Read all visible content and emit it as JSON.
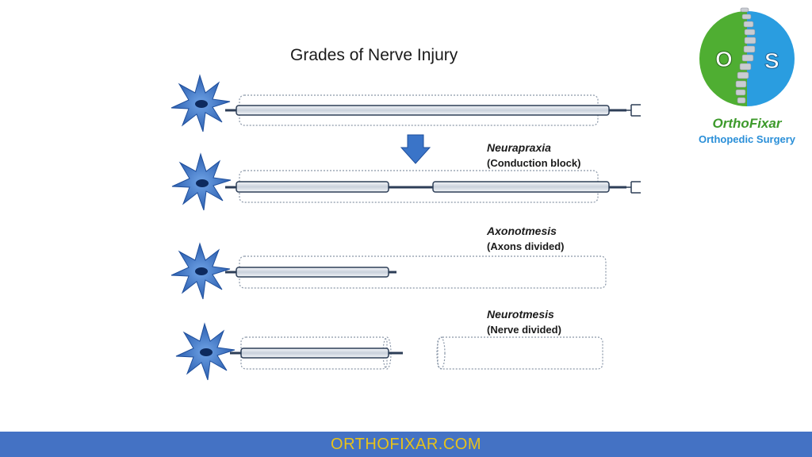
{
  "title": "Grades of Nerve Injury",
  "grades": [
    {
      "name": "",
      "description": ""
    },
    {
      "name": "Neurapraxia",
      "description": "(Conduction block)"
    },
    {
      "name": "Axonotmesis",
      "description": "(Axons divided)"
    },
    {
      "name": "Neurotmesis",
      "description": "(Nerve divided)"
    }
  ],
  "logo": {
    "letters": [
      "O",
      "S"
    ],
    "brand": "OrthoFixar",
    "subtitle": "Orthopedic Surgery"
  },
  "footer": {
    "text": "ORTHOFIXAR.COM"
  },
  "colors": {
    "neuron": "#3a74c8",
    "sheath": "#8a97a8",
    "logo_green": "#4fae32",
    "logo_blue": "#2a9de0",
    "footer_bg": "#4472c4",
    "footer_text": "#e8c21a"
  }
}
